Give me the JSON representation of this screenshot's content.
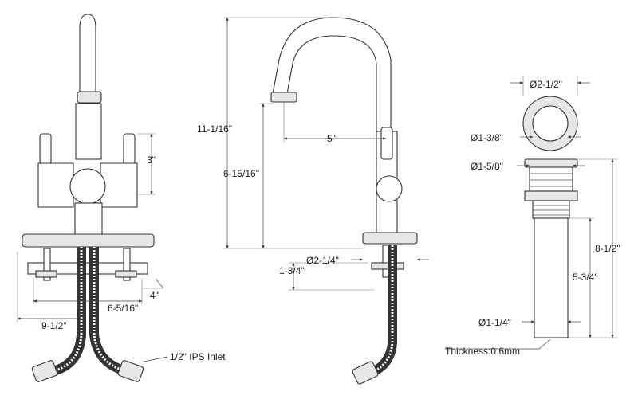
{
  "dimensions": {
    "front_width": "9-1/2\"",
    "handle_height": "3\"",
    "hole_spacing": "6-5/16\"",
    "shank_spacing": "4\"",
    "inlet": "1/2\" IPS Inlet",
    "overall_height": "11-1/16\"",
    "spout_height": "6-15/16\"",
    "spout_reach": "5\"",
    "deck_thickness": "1-3/4\"",
    "base_diameter": "Ø2-1/4\"",
    "drain_top_dia": "Ø2-1/2\"",
    "drain_inner_dia": "Ø1-3/8\"",
    "drain_flange_dia": "Ø1-5/8\"",
    "drain_length": "8-1/2\"",
    "drain_tail_length": "5-3/4\"",
    "tail_dia": "Ø1-1/4\"",
    "thickness": "Thickness:0.6mm"
  }
}
